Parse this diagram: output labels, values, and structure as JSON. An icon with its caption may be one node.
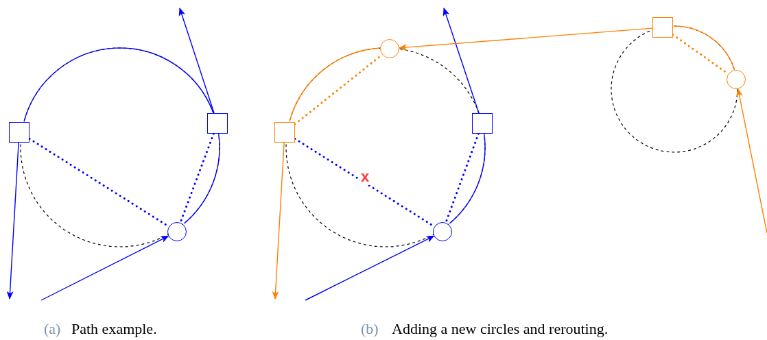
{
  "diagram": {
    "nodes": [
      {
        "text": [],
        "shape": "box"
      },
      {
        "text": [],
        "shape": "box"
      },
      {
        "text": [],
        "shape": "circle"
      },
      {
        "text": [],
        "shape": "box"
      },
      {
        "text": [],
        "shape": "circle"
      },
      {
        "text": [],
        "shape": "box"
      },
      {
        "text": [],
        "shape": "circle"
      },
      {
        "text": [],
        "shape": "box"
      },
      {
        "text": [],
        "shape": "circle"
      }
    ],
    "edges": [
      {
        "from": null,
        "to": 2,
        "arrow": "to"
      },
      {
        "from": 0,
        "to": null,
        "arrow": "to"
      },
      {
        "from": 1,
        "to": null,
        "arrow": "to"
      },
      {
        "from": 0,
        "to": 1,
        "arrow": "none"
      },
      {
        "from": 1,
        "to": 2,
        "arrow": "none"
      },
      {
        "from": 0,
        "to": 2,
        "arrow": "none",
        "style": "dashed"
      },
      {
        "from": 1,
        "to": 2,
        "arrow": "none",
        "style": "dashed"
      },
      {
        "from": null,
        "to": 6,
        "arrow": "to"
      },
      {
        "from": 3,
        "to": null,
        "arrow": "to",
        "color": "#ff8000"
      },
      {
        "from": 5,
        "to": null,
        "arrow": "to"
      },
      {
        "from": 3,
        "to": 4,
        "arrow": "none",
        "color": "#ff8000"
      },
      {
        "from": 3,
        "to": 4,
        "arrow": "none",
        "style": "dashed",
        "color": "#ff8000"
      },
      {
        "from": 5,
        "to": 6,
        "arrow": "none"
      },
      {
        "from": 5,
        "to": 6,
        "arrow": "none",
        "style": "dashed"
      },
      {
        "from": 3,
        "to": 6,
        "arrow": "none",
        "style": "dashed"
      },
      {
        "from": 7,
        "to": 4,
        "arrow": "to",
        "color": "#ff8000"
      },
      {
        "from": null,
        "to": 8,
        "arrow": "to",
        "color": "#ff8000"
      },
      {
        "from": 7,
        "to": 8,
        "arrow": "none",
        "color": "#ff8000"
      },
      {
        "from": 7,
        "to": 8,
        "arrow": "none",
        "style": "dashed",
        "color": "#ff8000"
      }
    ],
    "labels": [
      "x",
      "(a)",
      "Path example.",
      "(b)",
      "Adding a new circles and rerouting."
    ]
  }
}
